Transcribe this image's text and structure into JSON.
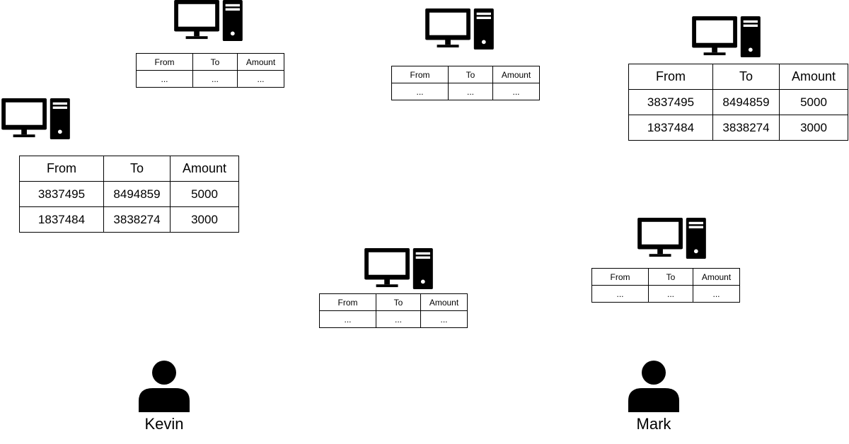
{
  "columns": {
    "from": "From",
    "to": "To",
    "amount": "Amount"
  },
  "placeholder": "...",
  "transactions": [
    {
      "from": "3837495",
      "to": "8494859",
      "amount": "5000"
    },
    {
      "from": "1837484",
      "to": "3838274",
      "amount": "3000"
    }
  ],
  "users": {
    "left": "Kevin",
    "right": "Mark"
  },
  "icons": {
    "computer": "desktop-computer-icon",
    "person": "user-icon"
  }
}
